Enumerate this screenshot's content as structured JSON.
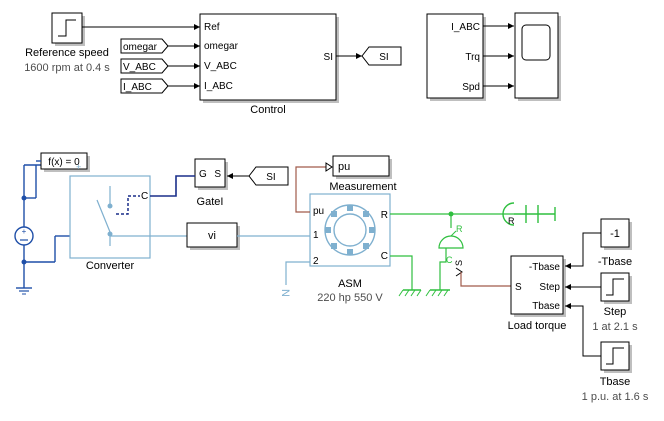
{
  "blocks": {
    "ref_speed": {
      "caption": "Reference speed",
      "sub": "1600 rpm at 0.4 s"
    },
    "control": {
      "caption": "Control",
      "in_ports": [
        "Ref",
        "omegar",
        "V_ABC",
        "I_ABC"
      ],
      "out_port": "SI"
    },
    "goto_tags": [
      "omegar",
      "V_ABC",
      "I_ABC"
    ],
    "si_goto": "SI",
    "scope_mux": {
      "ports": [
        "I_ABC",
        "Trq",
        "Spd"
      ]
    },
    "fx": {
      "label": "f(x) = 0"
    },
    "gatei": {
      "caption": "GateI",
      "in": "G",
      "out": "S"
    },
    "si_from": "SI",
    "converter": {
      "caption": "Converter",
      "port": "C"
    },
    "vi": {
      "label": "vi"
    },
    "measurement": {
      "label": "pu",
      "caption": "Measurement"
    },
    "asm": {
      "caption": "ASM",
      "sub": "220 hp 550 V",
      "ports": [
        "pu",
        "1",
        "2",
        "R",
        "C"
      ]
    },
    "load_torque": {
      "caption": "Load torque",
      "ports_in": [
        "-Tbase",
        "Step",
        "Tbase"
      ],
      "port_out": "S"
    },
    "neg_tbase": {
      "value": "-1",
      "caption": "-Tbase"
    },
    "step": {
      "caption": "Step",
      "sub": "1 at 2.1 s"
    },
    "tbase": {
      "caption": "Tbase",
      "sub": "1 p.u. at 1.6 s"
    },
    "rot_labels": {
      "R": "R",
      "C": "C",
      "S": "S",
      "R2": "R"
    }
  },
  "colors": {
    "electrical": "#1f4fa8",
    "three_phase": "#7fb0cf",
    "mechanical": "#2fbf3f",
    "measure": "#a05a4a",
    "gate": "#1a2f8a"
  }
}
